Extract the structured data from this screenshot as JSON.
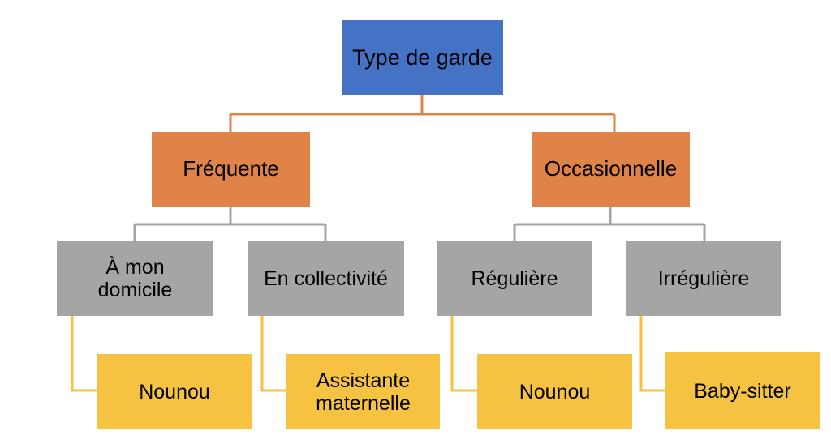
{
  "diagram": {
    "title": "Type de garde",
    "background_color": "#FFFFFF",
    "text_color": "#000000",
    "palette": {
      "root": "#4472C4",
      "level_two": "#E08349",
      "level_three": "#A5A5A5",
      "level_four": "#F5C242",
      "connector_root": "#E08349",
      "connector_level_three": "#A5A5A5",
      "connector_level_four": "#F5C242"
    },
    "nodes": {
      "root": {
        "label": "Type de garde"
      },
      "level_two": [
        {
          "label": "Fréquente"
        },
        {
          "label": "Occasionnelle"
        }
      ],
      "level_three": [
        {
          "label": "À mon\ndomicile"
        },
        {
          "label": "En collectivité"
        },
        {
          "label": "Régulière"
        },
        {
          "label": "Irrégulière"
        }
      ],
      "level_four": [
        {
          "label": "Nounou"
        },
        {
          "label": "Assistante\nmaternelle"
        },
        {
          "label": "Nounou"
        },
        {
          "label": "Baby-sitter"
        }
      ]
    }
  }
}
